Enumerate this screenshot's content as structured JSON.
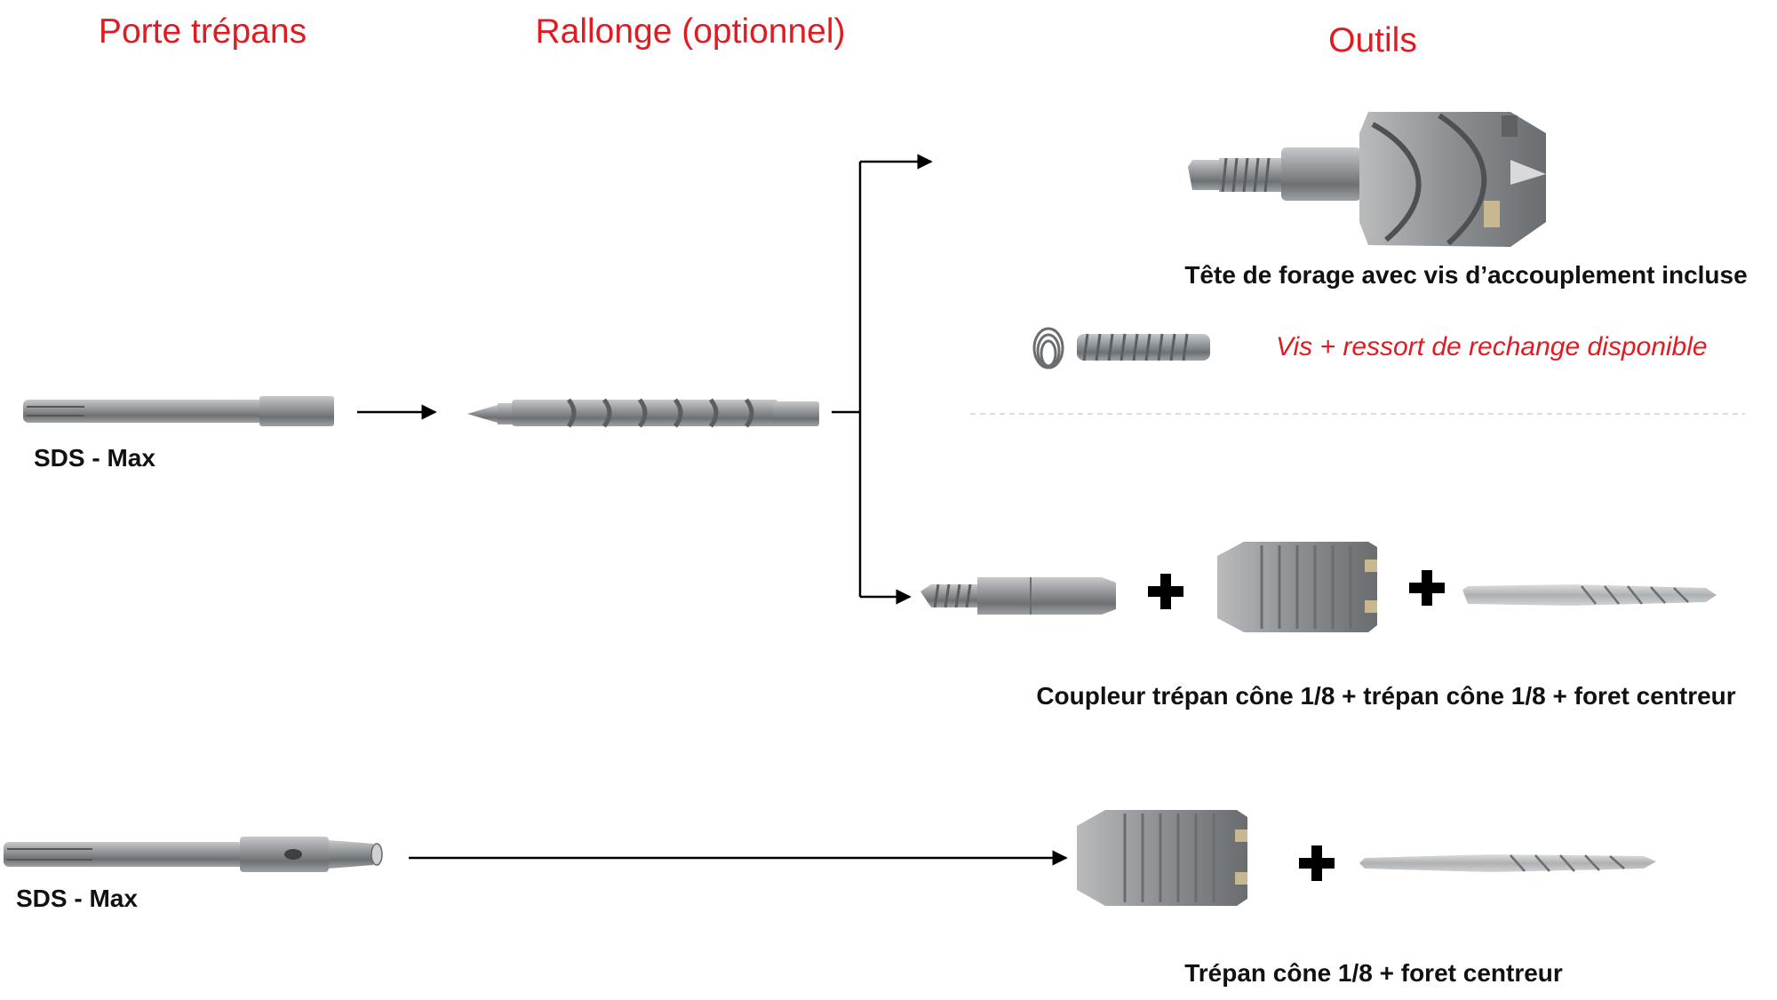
{
  "headers": {
    "holder": "Porte trépans",
    "extension": "Rallonge (optionnel)",
    "tools": "Outils"
  },
  "labels": {
    "sds_max_top": "SDS - Max",
    "sds_max_bottom": "SDS - Max",
    "drill_head": "Tête de forage avec vis d’accouplement incluse",
    "spare_screw": "Vis + ressort de rechange disponible",
    "coupler_combo": "Coupleur trépan cône 1/8 + trépan cône 1/8 + foret centreur",
    "core_combo": "Trépan cône 1/8 + foret centreur"
  },
  "colors": {
    "header": "#e11b22",
    "label": "#111111",
    "arrow": "#000000",
    "metal": "#8a8d90"
  }
}
